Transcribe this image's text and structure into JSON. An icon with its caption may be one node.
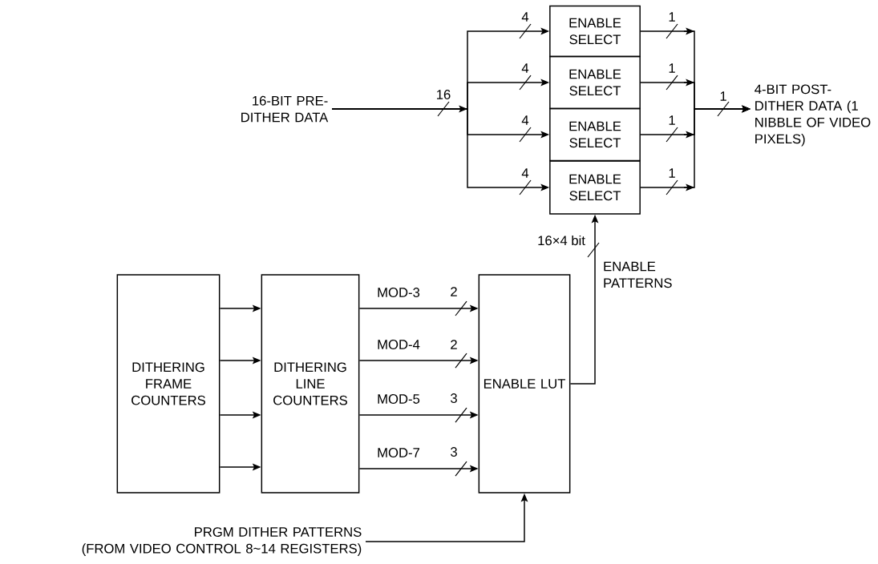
{
  "diagram": {
    "nodes": [
      {
        "text": [
          "16-BIT PRE-DITHER DATA"
        ]
      },
      {
        "text": [
          "ENABLE SELECT"
        ]
      },
      {
        "text": [
          "ENABLE SELECT"
        ]
      },
      {
        "text": [
          "ENABLE SELECT"
        ]
      },
      {
        "text": [
          "ENABLE SELECT"
        ]
      },
      {
        "text": [
          "4-BIT POST-DITHER DATA (1 NIBBLE OF VIDEO PIXELS)"
        ]
      },
      {
        "text": [
          "DITHERING FRAME COUNTERS"
        ]
      },
      {
        "text": [
          "DITHERING LINE COUNTERS"
        ]
      },
      {
        "text": [
          "ENABLE LUT"
        ]
      },
      {
        "text": [
          "PRGM DITHER PATTERNS",
          "(FROM VIDEO CONTROL 8~14 REGISTERS)"
        ]
      }
    ],
    "edges": [
      {
        "from": 0,
        "to": 1,
        "arrow": "to",
        "label": "4"
      },
      {
        "from": 0,
        "to": 2,
        "arrow": "to",
        "label": "4"
      },
      {
        "from": 0,
        "to": 3,
        "arrow": "to",
        "label": "4"
      },
      {
        "from": 0,
        "to": 4,
        "arrow": "to",
        "label": "4"
      },
      {
        "from": 1,
        "to": 5,
        "arrow": "to",
        "label": "1"
      },
      {
        "from": 2,
        "to": 5,
        "arrow": "to",
        "label": "1"
      },
      {
        "from": 3,
        "to": 5,
        "arrow": "to",
        "label": "1"
      },
      {
        "from": 4,
        "to": 5,
        "arrow": "to",
        "label": "1"
      },
      {
        "from": 6,
        "to": 7,
        "arrow": "to"
      },
      {
        "from": 6,
        "to": 7,
        "arrow": "to"
      },
      {
        "from": 6,
        "to": 7,
        "arrow": "to"
      },
      {
        "from": 6,
        "to": 7,
        "arrow": "to"
      },
      {
        "from": 7,
        "to": 8,
        "arrow": "to",
        "label": "MOD-3"
      },
      {
        "from": 7,
        "to": 8,
        "arrow": "to",
        "label": "MOD-4"
      },
      {
        "from": 7,
        "to": 8,
        "arrow": "to",
        "label": "MOD-5"
      },
      {
        "from": 7,
        "to": 8,
        "arrow": "to",
        "label": "MOD-7"
      },
      {
        "from": 8,
        "to": 4,
        "arrow": "to",
        "label": "ENABLE PATTERNS"
      },
      {
        "from": 9,
        "to": 8,
        "arrow": "to"
      }
    ],
    "labels": [
      "16",
      "1",
      "2",
      "2",
      "3",
      "3",
      "16×4 bit"
    ]
  }
}
